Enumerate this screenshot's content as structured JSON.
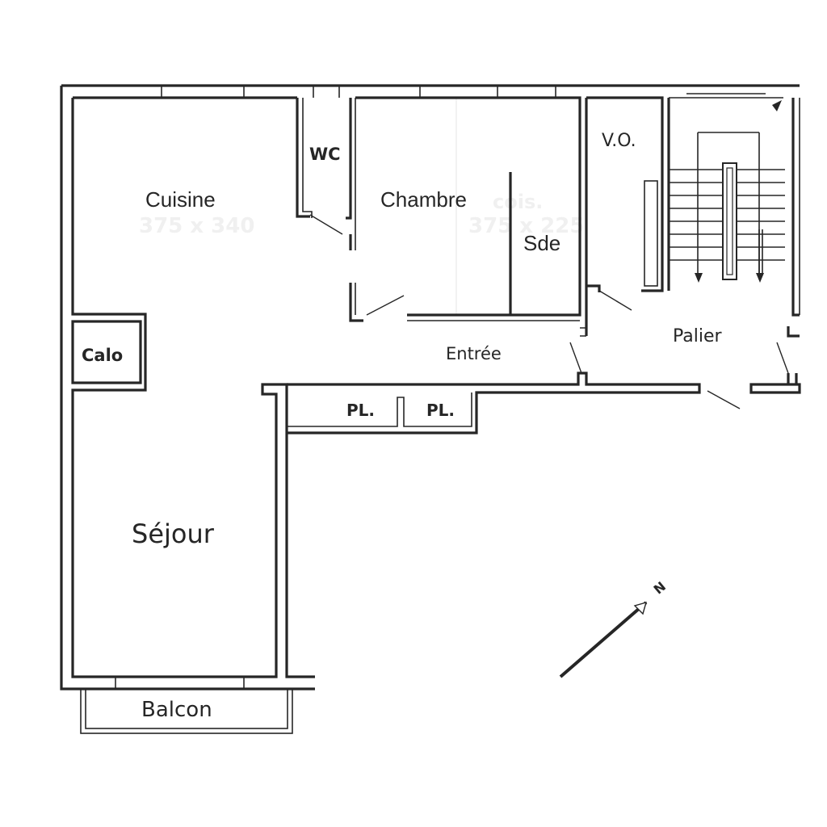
{
  "plan": {
    "rooms": {
      "cuisine": "Cuisine",
      "wc": "WC",
      "chambre": "Chambre",
      "sde": "Sde",
      "vo": "V.O.",
      "palier": "Palier",
      "calo": "Calo",
      "entree": "Entrée",
      "placard_1": "PL.",
      "placard_2": "PL.",
      "sejour": "Séjour",
      "balcon": "Balcon"
    },
    "watermark": {
      "cuisine_dim": "375 x 340",
      "chambre_word": "cois.",
      "chambre_dim": "375 x 225"
    },
    "compass_label": "N",
    "colors": {
      "ink": "#262626",
      "background": "#ffffff"
    }
  }
}
